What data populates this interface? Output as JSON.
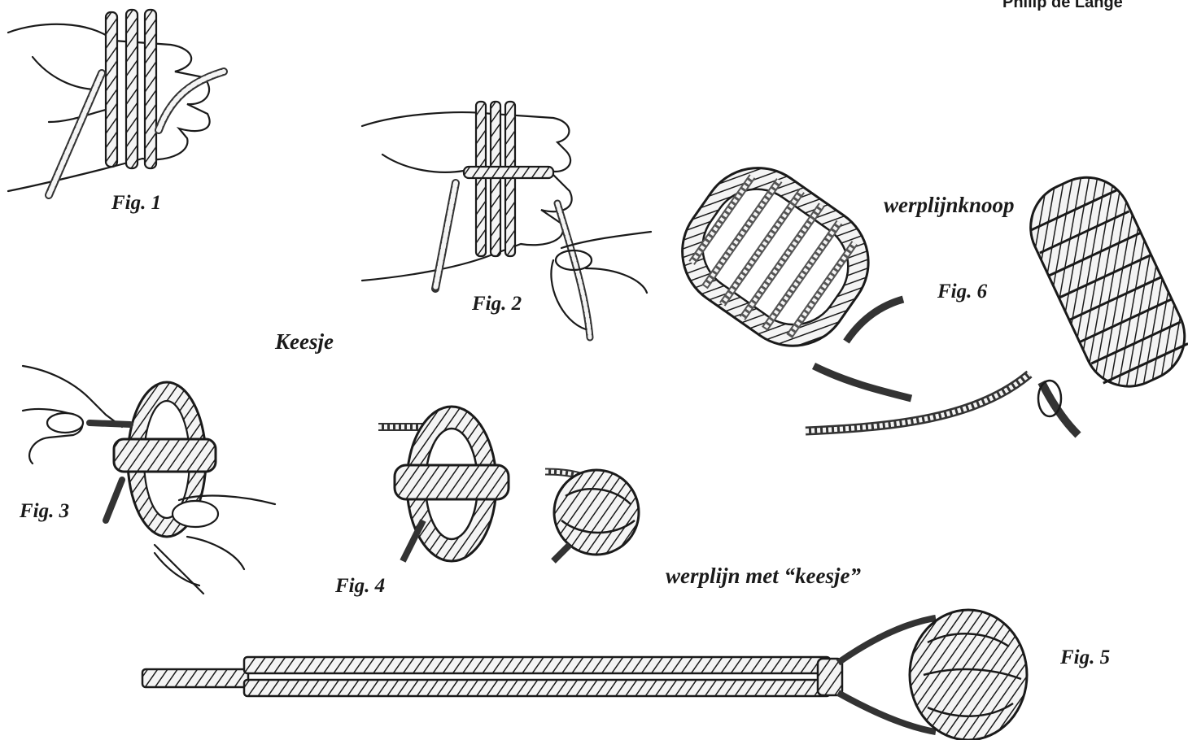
{
  "header": {
    "author": "Philip de Lange"
  },
  "titles": {
    "keesje": "Keesje",
    "werplijnknoop": "werplijnknoop",
    "werplijn_met_keesje": "werplijn met “keesje”"
  },
  "figures": {
    "fig1": "Fig. 1",
    "fig2": "Fig. 2",
    "fig3": "Fig. 3",
    "fig4": "Fig. 4",
    "fig5": "Fig. 5",
    "fig6": "Fig. 6"
  },
  "colors": {
    "ink": "#1a1a1a",
    "paper": "#ffffff"
  }
}
